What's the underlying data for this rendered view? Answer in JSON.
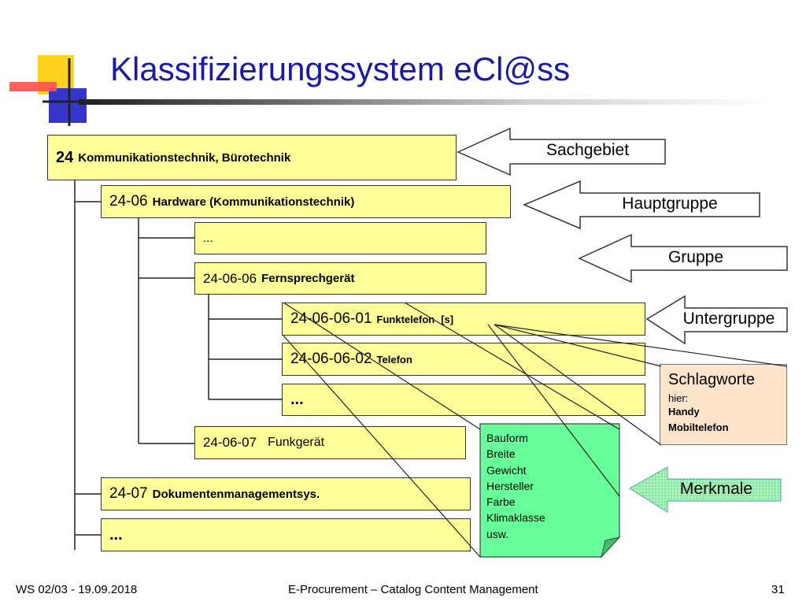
{
  "slide": {
    "title": "Klassifizierungssystem eCl@ss",
    "colors": {
      "title": "#1a1aa6",
      "box_fill": "#ffff99",
      "note_fill": "#66ff99",
      "schlag_fill": "#ffe4cc"
    }
  },
  "hierarchy": {
    "sachgebiet": {
      "code": "24",
      "name": "Kommunikationstechnik, Bürotechnik"
    },
    "hauptgruppe_1": {
      "code": "24-06",
      "name": "Hardware (Kommunikationstechnik)"
    },
    "gruppe_dots": "...",
    "gruppe_1": {
      "code": "24-06-06",
      "name": "Fernsprechgerät"
    },
    "untergruppe_1": {
      "code": "24-06-06-01",
      "name": "Funktelefon",
      "flag": "[s]"
    },
    "untergruppe_2": {
      "code": "24-06-06-02",
      "name": "Telefon"
    },
    "untergruppe_dots": "...",
    "gruppe_2": {
      "code": "24-06-07",
      "name": "Funkgerät"
    },
    "hauptgruppe_2": {
      "code": "24-07",
      "name": "Dokumentenmanagementsys."
    },
    "hauptgruppe_dots": "..."
  },
  "labels": {
    "sachgebiet": "Sachgebiet",
    "hauptgruppe": "Hauptgruppe",
    "gruppe": "Gruppe",
    "untergruppe": "Untergruppe",
    "merkmale": "Merkmale"
  },
  "schlagworte": {
    "title": "Schlagworte",
    "hier": "hier:",
    "items": [
      "Handy",
      "Mobiltelefon"
    ]
  },
  "merkmale_list": [
    "Bauform",
    "Breite",
    "Gewicht",
    "Hersteller",
    "Farbe",
    "Klimaklasse",
    "usw."
  ],
  "footer": {
    "left": "WS 02/03 - 19.09.2018",
    "center": "E-Procurement – Catalog Content Management",
    "page": "31"
  }
}
